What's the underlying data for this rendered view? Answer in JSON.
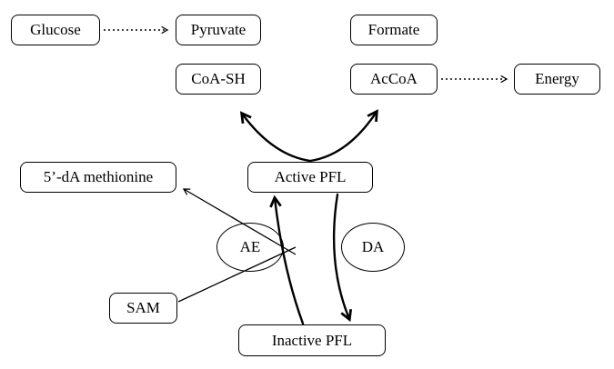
{
  "diagram": {
    "description": "Pathway diagram of pyruvate formate-lyase (PFL) activation and catalysis",
    "nodes": {
      "glucose": {
        "label": "Glucose",
        "shape": "rounded-box"
      },
      "pyruvate": {
        "label": "Pyruvate",
        "shape": "rounded-box"
      },
      "formate": {
        "label": "Formate",
        "shape": "rounded-box"
      },
      "coa_sh": {
        "label": "CoA-SH",
        "shape": "rounded-box"
      },
      "accoa": {
        "label": "AcCoA",
        "shape": "rounded-box"
      },
      "energy": {
        "label": "Energy",
        "shape": "rounded-box"
      },
      "five_da_methionine": {
        "label": "5’-dA methionine",
        "shape": "rounded-box"
      },
      "active_pfl": {
        "label": "Active PFL",
        "shape": "rounded-box"
      },
      "sam": {
        "label": "SAM",
        "shape": "rounded-box"
      },
      "inactive_pfl": {
        "label": "Inactive PFL",
        "shape": "rounded-box"
      },
      "ae": {
        "label": "AE",
        "shape": "ellipse"
      },
      "da": {
        "label": "DA",
        "shape": "ellipse"
      }
    },
    "edges": [
      {
        "from": "Glucose",
        "to": "Pyruvate",
        "style": "dotted-arrow"
      },
      {
        "from": "AcCoA",
        "to": "Energy",
        "style": "dotted-arrow"
      },
      {
        "from": "Active PFL",
        "to": "Pyruvate / CoA-SH",
        "style": "bold-curved-arrow"
      },
      {
        "from": "Active PFL",
        "to": "Formate / AcCoA",
        "style": "bold-curved-arrow"
      },
      {
        "from": "Inactive PFL",
        "to": "Active PFL",
        "style": "bold-curved-arrow",
        "near": "AE"
      },
      {
        "from": "Active PFL",
        "to": "Inactive PFL",
        "style": "bold-curved-arrow",
        "near": "DA"
      },
      {
        "from": "SAM",
        "to": "activation-curve",
        "style": "thin-line"
      },
      {
        "from": "activation-curve",
        "to": "5’-dA methionine",
        "style": "thin-arrow"
      }
    ],
    "colors": {
      "stroke": "#000000",
      "background": "#ffffff",
      "node_fill": "#ffffff"
    }
  }
}
